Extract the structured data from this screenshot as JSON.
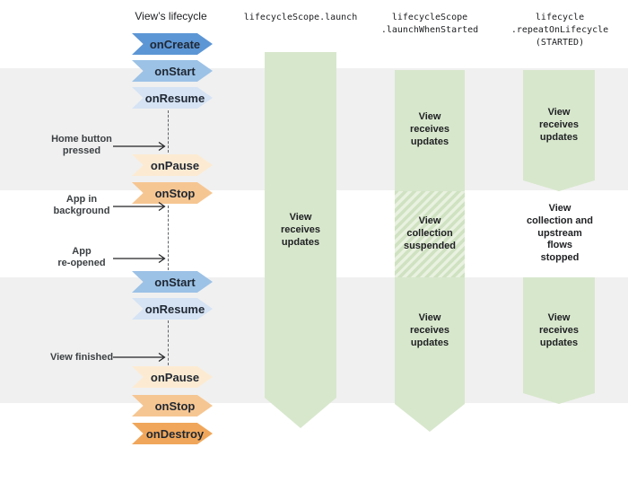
{
  "palette": {
    "band_gray": "#f0f0f0",
    "bar_green": "#d7e7cc",
    "hatch_dark": "#cfe2c1",
    "hatch_light": "#e9f1e0",
    "blue_dark": "#5d96d5",
    "blue_mid": "#9cc2e6",
    "blue_light": "#d5e3f4",
    "peach_light": "#fcebd2",
    "orange_mid": "#f6c692",
    "orange_dark": "#f0a75b",
    "text_dark": "#202124"
  },
  "lifecycle": {
    "title": "View’s lifecycle",
    "events": [
      {
        "label": "onCreate",
        "color": "#5d96d5"
      },
      {
        "label": "onStart",
        "color": "#9cc2e6"
      },
      {
        "label": "onResume",
        "color": "#d5e3f4"
      },
      {
        "label": "onPause",
        "color": "#fcebd2"
      },
      {
        "label": "onStop",
        "color": "#f6c692"
      },
      {
        "label": "onStart",
        "color": "#9cc2e6"
      },
      {
        "label": "onResume",
        "color": "#d5e3f4"
      },
      {
        "label": "onPause",
        "color": "#fcebd2"
      },
      {
        "label": "onStop",
        "color": "#f6c692"
      },
      {
        "label": "onDestroy",
        "color": "#f0a75b"
      }
    ]
  },
  "annotations": [
    {
      "label": "Home button\npressed"
    },
    {
      "label": "App in\nbackground"
    },
    {
      "label": "App\nre-opened"
    },
    {
      "label": "View finished"
    }
  ],
  "columns": [
    {
      "header": "lifecycleScope.launch",
      "segments": [
        {
          "label": "View\nreceives\nupdates",
          "state": "active"
        }
      ]
    },
    {
      "header": "lifecycleScope\n.launchWhenStarted",
      "segments": [
        {
          "label": "View\nreceives\nupdates",
          "state": "active"
        },
        {
          "label": "View\ncollection\nsuspended",
          "state": "suspended"
        },
        {
          "label": "View\nreceives\nupdates",
          "state": "active"
        }
      ]
    },
    {
      "header": "lifecycle\n.repeatOnLifecycle\n(STARTED)",
      "segments": [
        {
          "label": "View\nreceives\nupdates",
          "state": "active"
        },
        {
          "label": "View\ncollection and\nupstream\nflows\nstopped",
          "state": "stopped"
        },
        {
          "label": "View\nreceives\nupdates",
          "state": "active"
        }
      ]
    }
  ]
}
